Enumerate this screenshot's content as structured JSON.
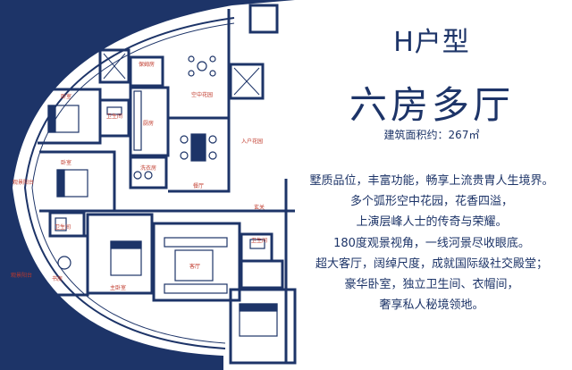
{
  "colors": {
    "navy": "#1d3468",
    "white": "#ffffff",
    "red_label": "#c0392b",
    "wall": "#1d3468"
  },
  "plan": {
    "rooms": {
      "bedroom_1": "卧室",
      "bedroom_2": "卧室",
      "bathroom_1": "卫生间",
      "bathroom_2": "卫生间",
      "bathroom_3": "卫生间",
      "nanny_room": "保姆房",
      "kitchen": "厨房",
      "sky_garden": "空中花园",
      "dining": "餐厅",
      "entry_garden": "入户花园",
      "foyer": "玄关",
      "living": "客厅",
      "master_bedroom": "主卧室",
      "study": "书房",
      "view_balcony_1": "观景阳台",
      "view_balcony_2": "观景阳台",
      "laundry": "洗衣房"
    }
  },
  "info": {
    "unit_type": "H户型",
    "headline": "六房多厅",
    "area": "建筑面积约：267㎡",
    "lines": [
      "墅质品位，丰富功能，畅享上流贵胄人生境界。",
      "多个弧形空中花园，花香四溢，",
      "上演层峰人士的传奇与荣耀。",
      "180度观景视角，一线河景尽收眼底。",
      "超大客厅，阔绰尺度，成就国际级社交殿堂；",
      "豪华卧室，独立卫生间、衣帽间，",
      "奢享私人秘境领地。"
    ]
  }
}
